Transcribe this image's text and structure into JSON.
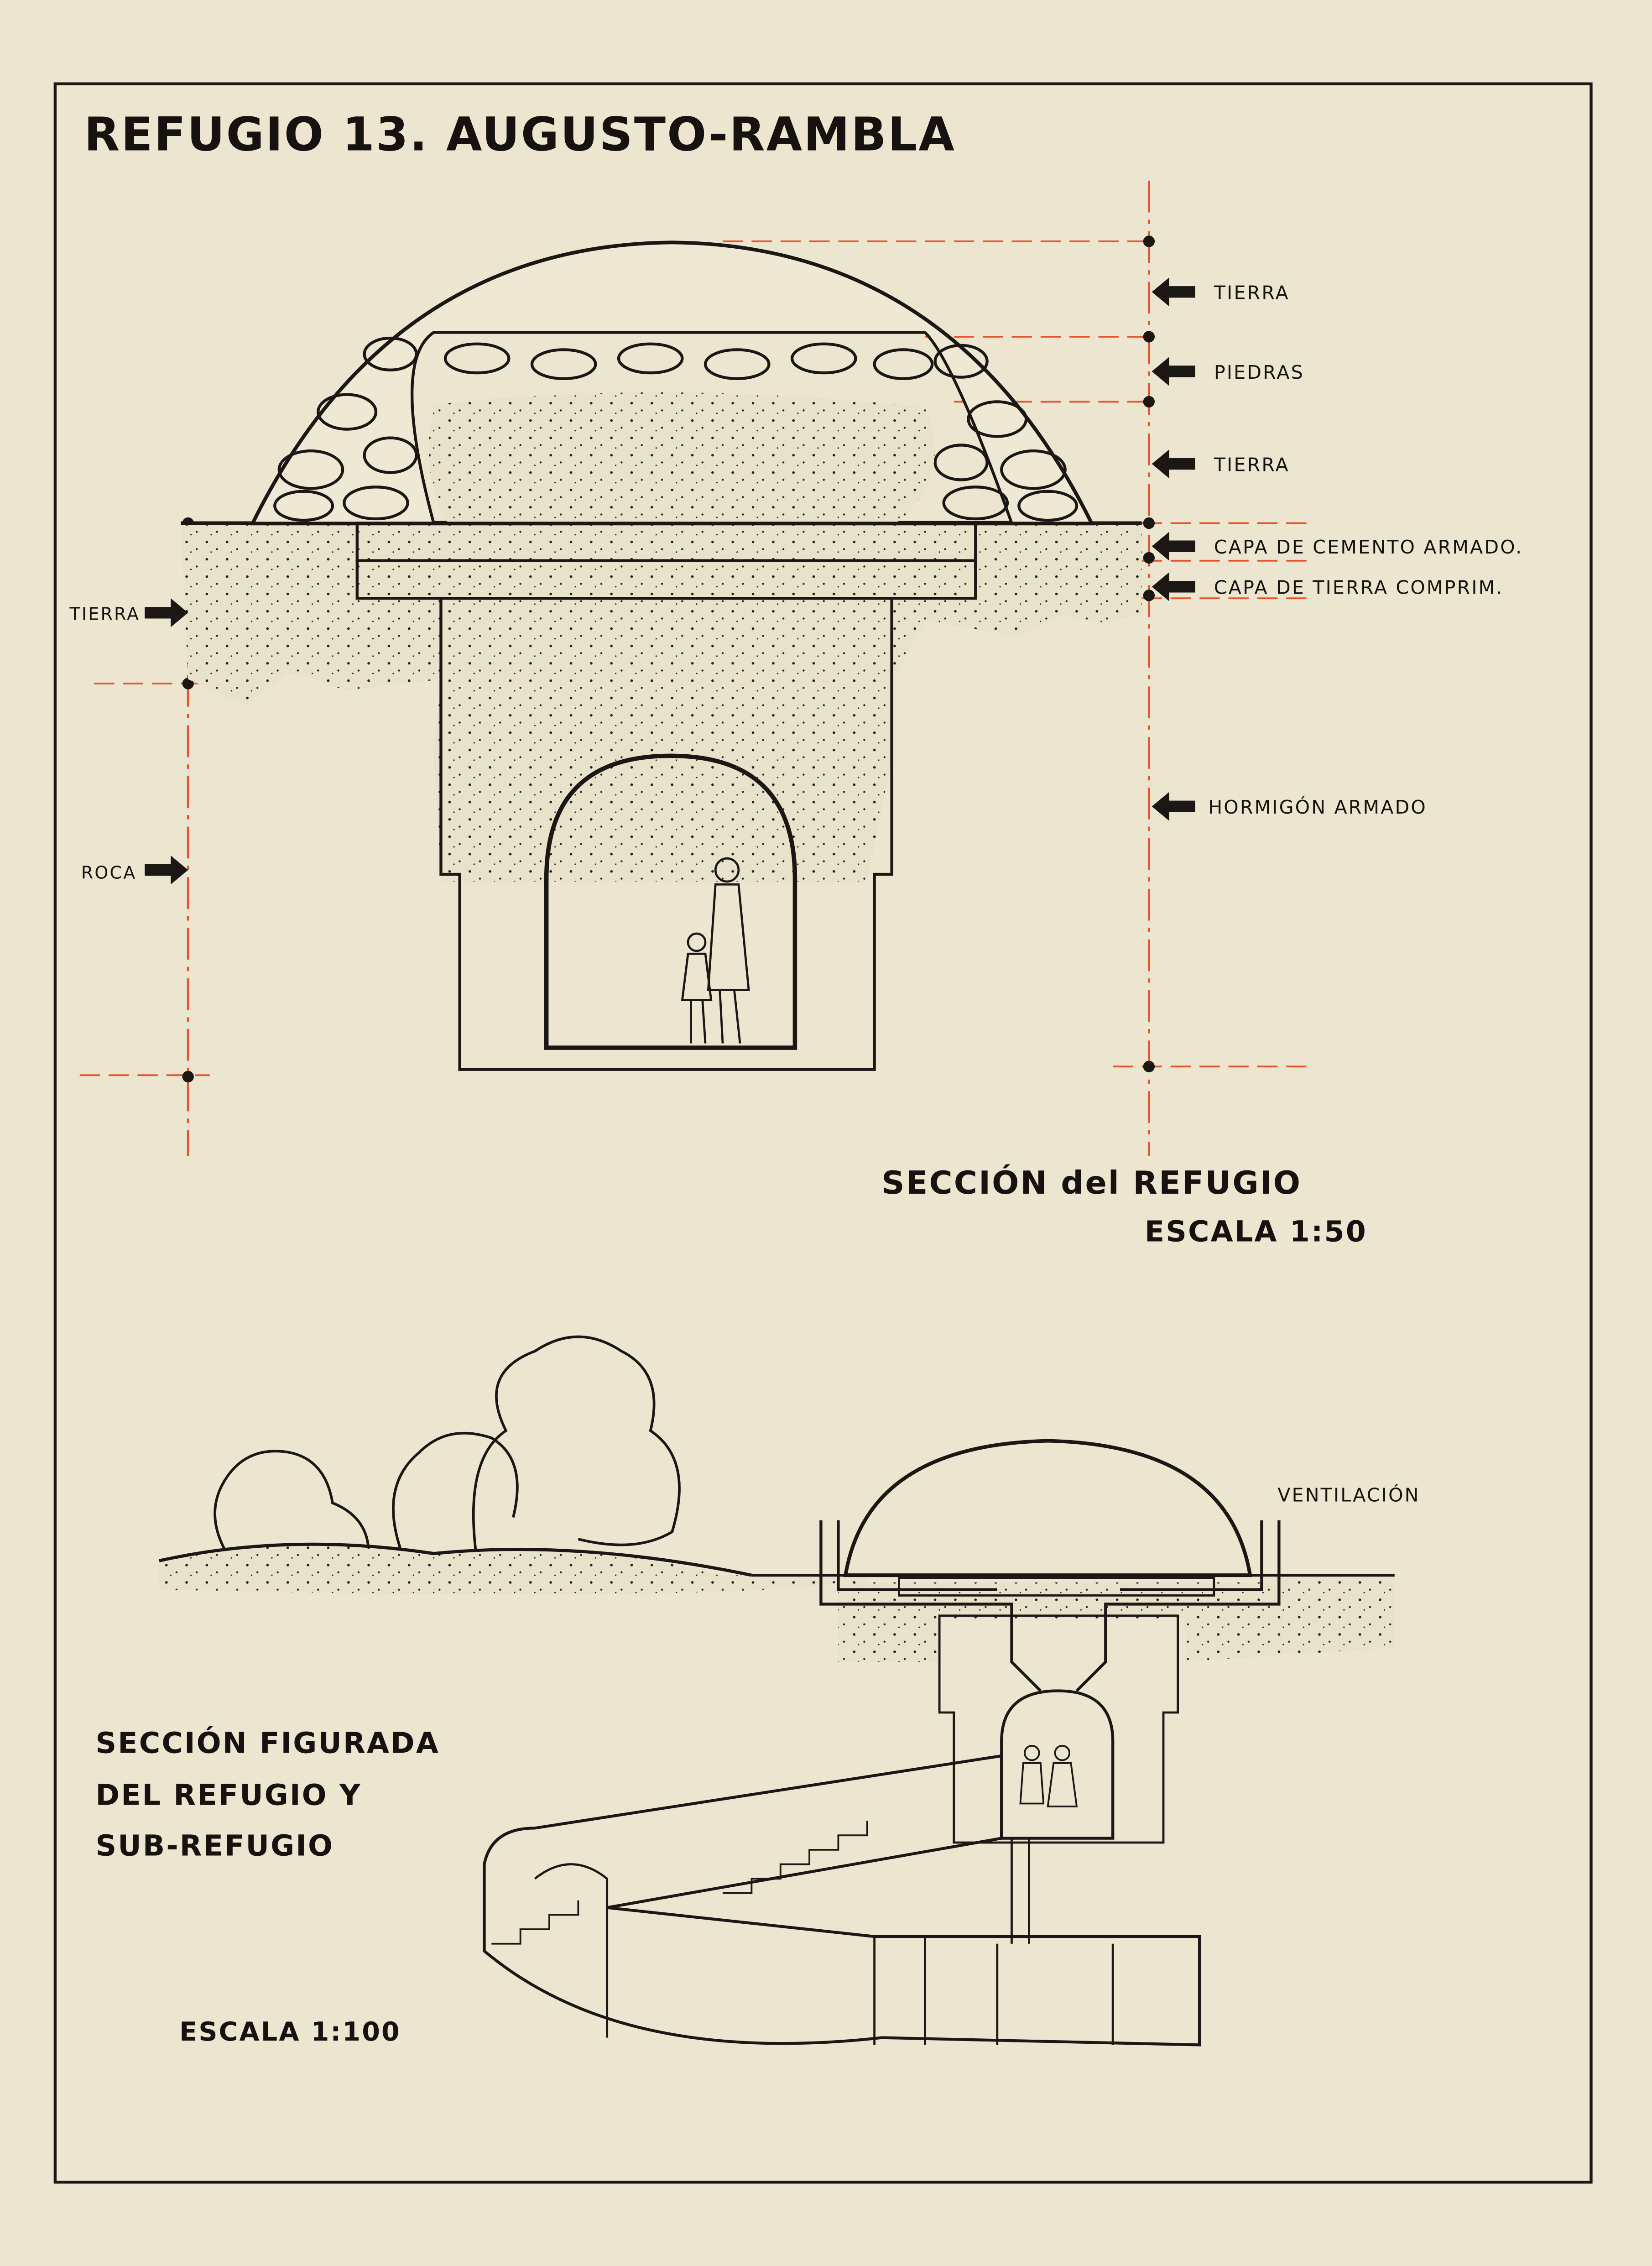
{
  "title": "REFUGIO 13. AUGUSTO-RAMBLA",
  "section": {
    "right_labels": [
      "TIERRA",
      "PIEDRAS",
      "TIERRA",
      "CAPA DE CEMENTO ARMADO.",
      "CAPA DE TIERRA COMPRIM.",
      "HORMIGÓN ARMADO"
    ],
    "left_labels": [
      "TIERRA",
      "ROCA"
    ],
    "caption": "SECCIÓN del REFUGIO",
    "scale": "ESCALA 1:50"
  },
  "figurative": {
    "ventilation_label": "VENTILACIÓN",
    "caption_lines": [
      "SECCIÓN FIGURADA",
      "DEL REFUGIO Y",
      "SUB-REFUGIO"
    ],
    "scale": "ESCALA 1:100"
  },
  "colors": {
    "paper": "#ece5d0",
    "ink": "#1a1714",
    "concrete_fill": "#f2a793",
    "dimension_red": "#e8542e"
  }
}
